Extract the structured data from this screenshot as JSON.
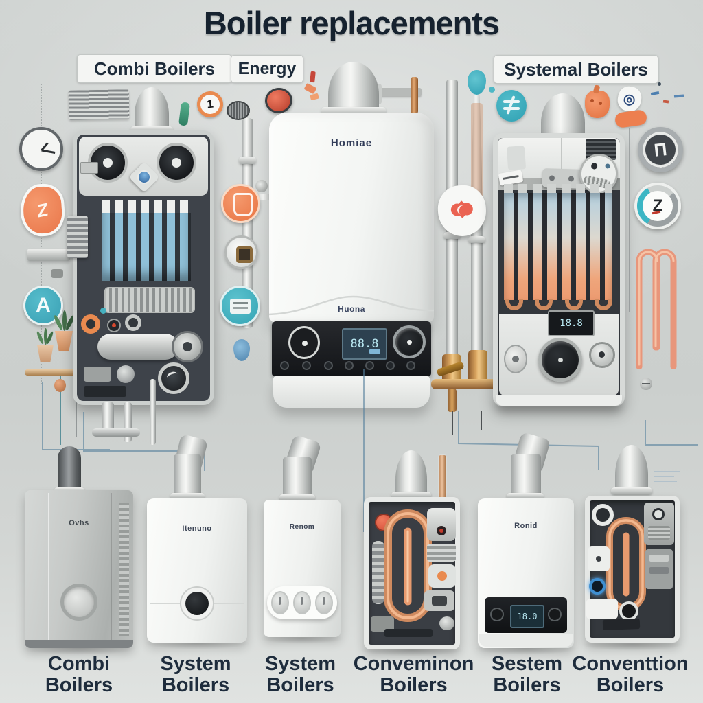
{
  "title": "Boiler replacements",
  "header_labels": {
    "left": "Combi Boilers",
    "middle": "Energy",
    "right": "Systemal Boilers"
  },
  "center_boiler": {
    "brand_top": "Homiae",
    "brand_mid": "Huona",
    "lcd_value": "88.8"
  },
  "right_boiler": {
    "lcd_value": "18.8"
  },
  "badges": {
    "one": "1",
    "a": "A",
    "z": "Z",
    "pi": "Π",
    "z2": "Z",
    "target": "◎"
  },
  "bottom_units": [
    {
      "brand": "Ovhs",
      "label1": "Combi",
      "label2": "Boilers"
    },
    {
      "brand": "Itenuno",
      "label1": "System",
      "label2": "Boilers"
    },
    {
      "brand": "Renom",
      "label1": "System",
      "label2": "Boilers"
    },
    {
      "label1": "Conveminon",
      "label2": "Boilers"
    },
    {
      "brand": "Ronid",
      "label1": "Sestem",
      "label2": "Boilers",
      "lcd_value": "18.0"
    },
    {
      "label1": "Conventtion",
      "label2": "Boilers"
    }
  ],
  "colors": {
    "accent_orange": "#ef8154",
    "accent_teal": "#45b8c6",
    "heart_red": "#ea6352",
    "copper": "#cf8a5f",
    "navy_text": "#1e2c3c",
    "tube_blue": "#9cc6da"
  }
}
